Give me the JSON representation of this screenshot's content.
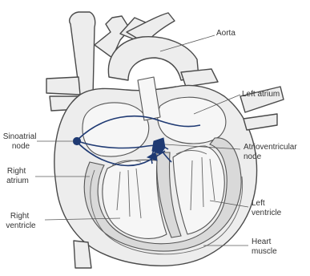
{
  "labels": {
    "aorta": "Aorta",
    "left_atrium": "Left atrium",
    "sinoatrial_node": [
      "Sinoatrial",
      "node"
    ],
    "atrioventricular_node": [
      "Atrioventricular",
      "node"
    ],
    "right_atrium": [
      "Right",
      "atrium"
    ],
    "left_ventricle": [
      "Left",
      "ventricle"
    ],
    "right_ventricle": [
      "Right",
      "ventricle"
    ],
    "heart_muscle": [
      "Heart",
      "muscle"
    ]
  },
  "colors": {
    "conduction": "#1f3a73",
    "outline": "#4a4a4a",
    "fill": "#ededed",
    "muscle": "#d9d9d9",
    "text": "#333333"
  }
}
